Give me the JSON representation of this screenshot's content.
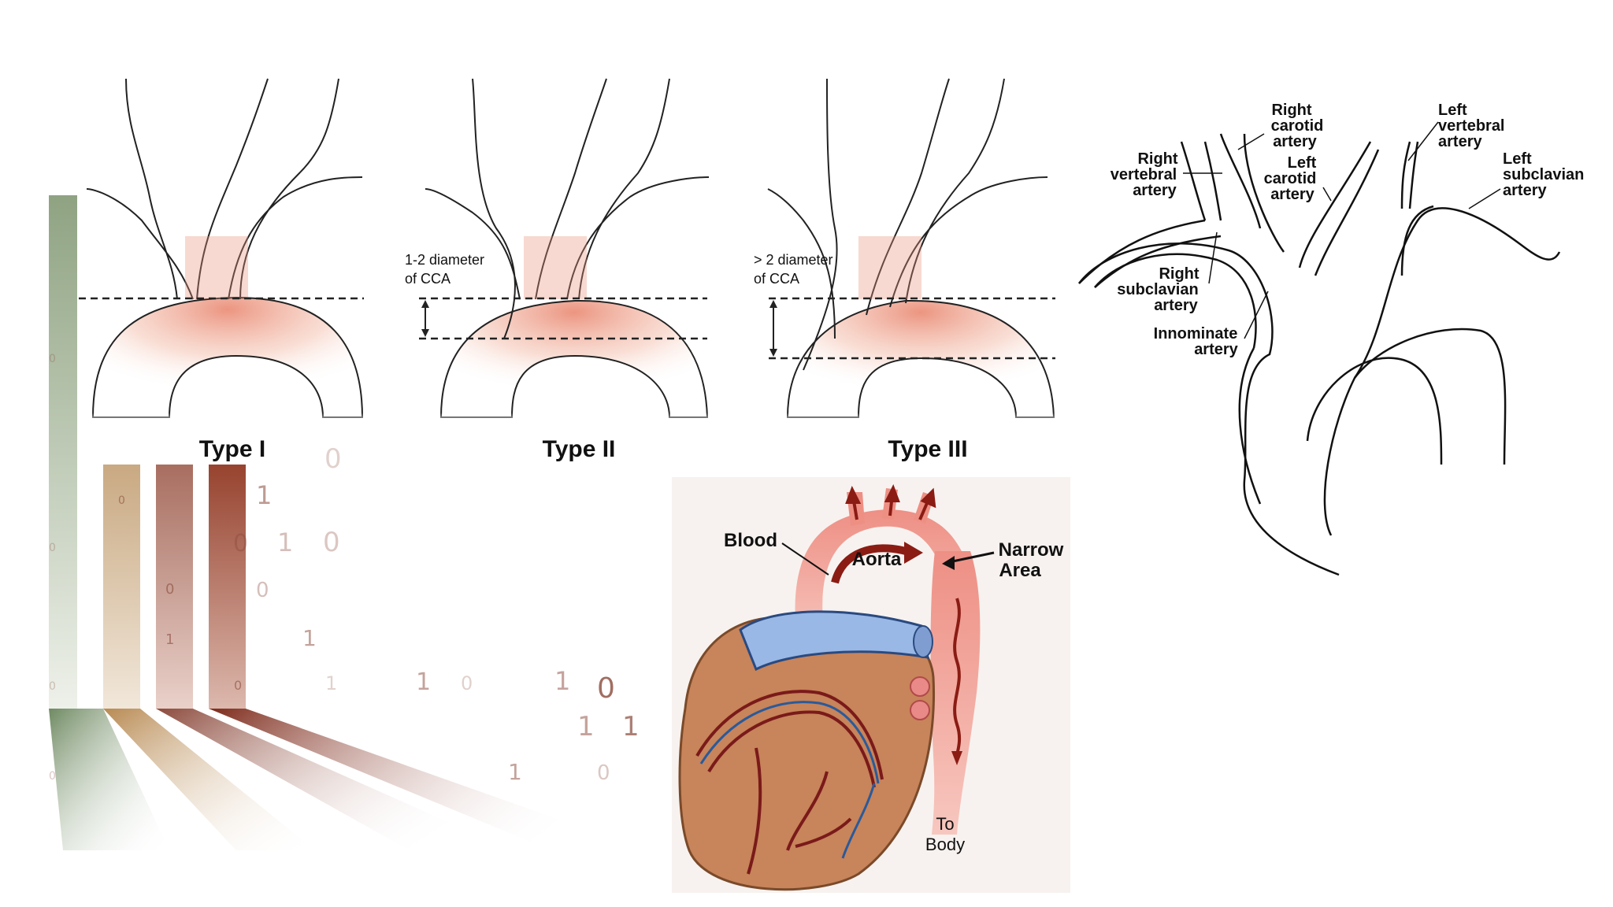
{
  "arch_types": {
    "type_labels": [
      "Type I",
      "Type II",
      "Type III"
    ],
    "type2_annotation": [
      "1-2 diameter",
      "of CCA"
    ],
    "type3_annotation": [
      "> 2 diameter",
      "of CCA"
    ]
  },
  "arterial_diagram": {
    "labels": {
      "right_carotid": [
        "Right",
        "carotid",
        "artery"
      ],
      "left_vertebral": [
        "Left",
        "vertebral",
        "artery"
      ],
      "right_vertebral": [
        "Right",
        "vertebral",
        "artery"
      ],
      "left_carotid": [
        "Left",
        "carotid",
        "artery"
      ],
      "left_subclavian": [
        "Left",
        "subclavian",
        "artery"
      ],
      "right_subclavian": [
        "Right",
        "subclavian",
        "artery"
      ],
      "innominate": [
        "Innominate",
        "artery"
      ]
    }
  },
  "heart_diagram": {
    "labels": {
      "blood": "Blood",
      "aorta": "Aorta",
      "narrow_area": [
        "Narrow",
        "Area"
      ],
      "to_body": [
        "To",
        "Body"
      ]
    }
  },
  "decor": {
    "digits": [
      "1",
      "0",
      "0",
      "1",
      "0",
      "0",
      "1",
      "1",
      "1",
      "0",
      "1",
      "0",
      "1",
      "1",
      "1",
      "0",
      "0",
      "1",
      "0",
      "0",
      "0",
      "0",
      "0",
      "0"
    ],
    "colors": {
      "green": "#8fa382",
      "tan": "#c9a982",
      "rose": "#b07a6a",
      "rust": "#9a4a38",
      "artery_red": "#e8a08c",
      "heart_brown": "#c8845a",
      "vein_blue": "#9ab8e6"
    }
  }
}
